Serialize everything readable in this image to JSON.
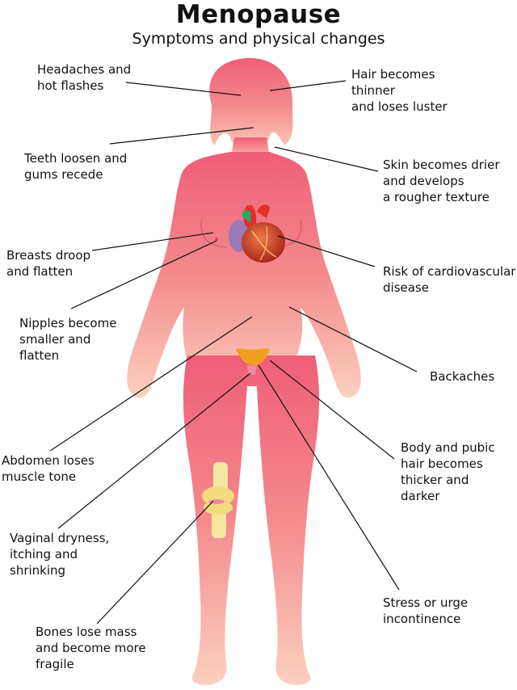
{
  "header": {
    "title": "Menopause",
    "subtitle": "Symptoms and physical changes"
  },
  "labels": {
    "headaches": [
      "Headaches and",
      "hot flashes"
    ],
    "hair": [
      "Hair becomes",
      "thinner",
      "and loses luster"
    ],
    "teeth": [
      "Teeth loosen and",
      "gums recede"
    ],
    "skin": [
      "Skin becomes drier",
      "and develops",
      "a rougher texture"
    ],
    "breasts": [
      "Breasts droop",
      "and flatten"
    ],
    "cardio": [
      "Risk of cardiovascular",
      "disease"
    ],
    "nipples": [
      "Nipples become",
      "smaller and",
      "flatten"
    ],
    "backaches": [
      "Backaches"
    ],
    "abdomen": [
      "Abdomen loses",
      "muscle tone"
    ],
    "body_hair": [
      "Body and pubic",
      "hair becomes",
      "thicker and",
      "darker"
    ],
    "vaginal": [
      "Vaginal dryness,",
      "itching and",
      "shrinking"
    ],
    "stress": [
      "Stress or urge",
      "incontinence"
    ],
    "bones": [
      "Bones lose mass",
      "and become more",
      "fragile"
    ]
  },
  "colors": {
    "body_top": "#ef5e77",
    "body_mid": "#f48a8e",
    "body_bottom": "#fbd0bf",
    "leader_line": "#111111",
    "heart": "#d8402c",
    "uterus": "#f0a020",
    "knee": "#f6e7a0"
  }
}
